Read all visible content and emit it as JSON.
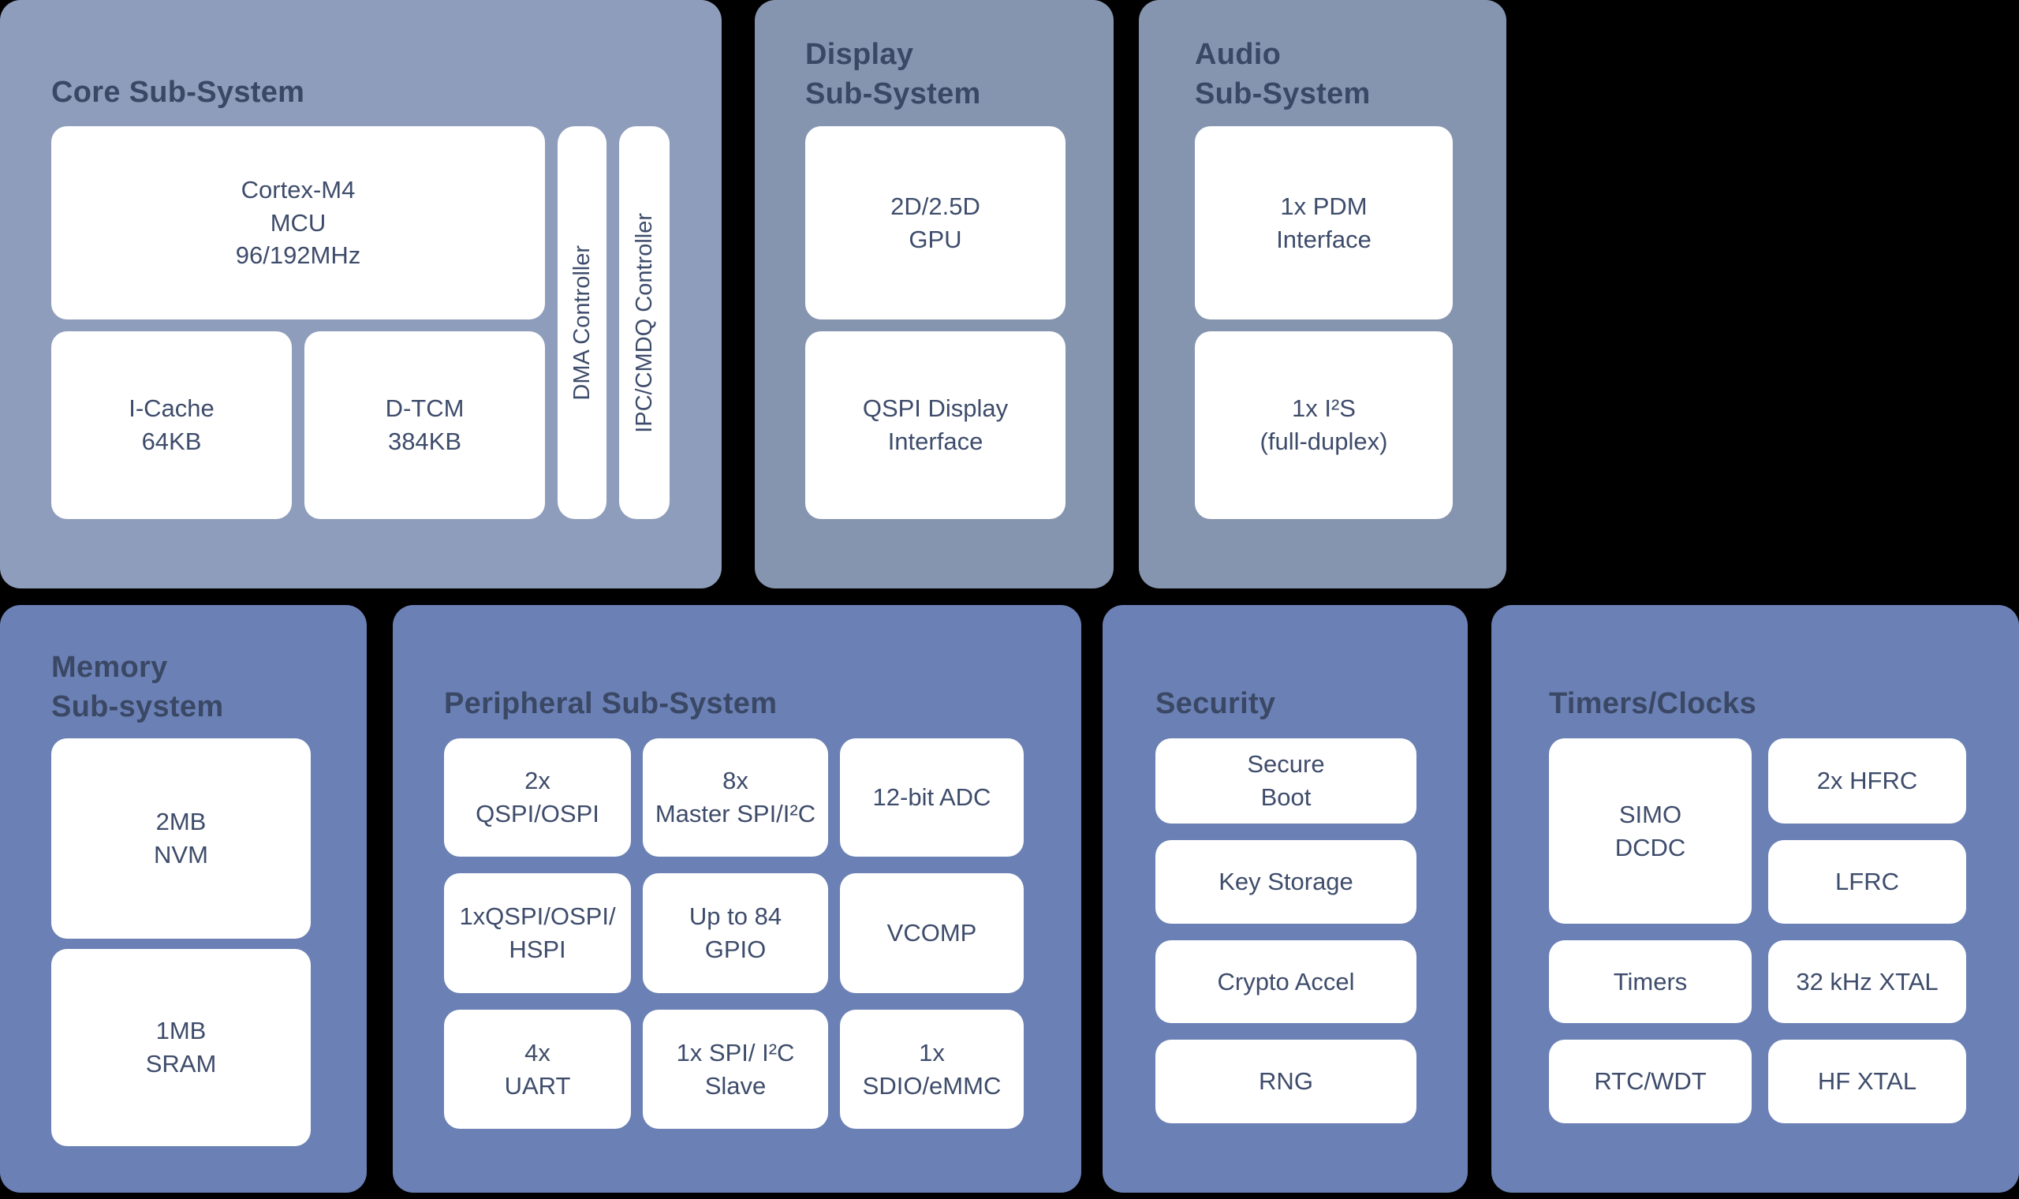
{
  "colors": {
    "bg": "#000000",
    "panel_core": "#8F9DBC",
    "panel_top": "#8695AF",
    "panel_bottom": "#6B80B4",
    "box": "#FFFFFF",
    "title_text": "#3A4865",
    "box_text": "#3E4C6B"
  },
  "panels": {
    "core": {
      "title": "Core Sub-System",
      "boxes": {
        "cortex": "Cortex-M4\nMCU\n96/192MHz",
        "icache": "I-Cache\n64KB",
        "dtcm": "D-TCM\n384KB",
        "dma": "DMA Controller",
        "ipc": "IPC/CMDQ Controller"
      }
    },
    "display": {
      "title": "Display\nSub-System",
      "boxes": {
        "gpu": "2D/2.5D\nGPU",
        "qspi": "QSPI Display\nInterface"
      }
    },
    "audio": {
      "title": "Audio\nSub-System",
      "boxes": {
        "pdm": "1x PDM\nInterface",
        "i2s": "1x I²S\n(full-duplex)"
      }
    },
    "memory": {
      "title": "Memory\nSub-system",
      "boxes": {
        "nvm": "2MB\nNVM",
        "sram": "1MB\nSRAM"
      }
    },
    "peripheral": {
      "title": "Peripheral Sub-System",
      "boxes": {
        "qspi_ospi": "2x\nQSPI/OSPI",
        "master_spi": "8x\nMaster SPI/I²C",
        "adc": "12-bit ADC",
        "hspi": "1xQSPI/OSPI/\nHSPI",
        "gpio": "Up to 84\nGPIO",
        "vcomp": "VCOMP",
        "uart": "4x\nUART",
        "spi_slave": "1x SPI/ I²C\nSlave",
        "sdio": "1x\nSDIO/eMMC"
      }
    },
    "security": {
      "title": "Security",
      "boxes": {
        "secure_boot": "Secure\nBoot",
        "key_storage": "Key Storage",
        "crypto": "Crypto Accel",
        "rng": "RNG"
      }
    },
    "timers": {
      "title": "Timers/Clocks",
      "boxes": {
        "simo": "SIMO\nDCDC",
        "hfrc": "2x HFRC",
        "lfrc": "LFRC",
        "timers": "Timers",
        "xtal32": "32 kHz XTAL",
        "rtc": "RTC/WDT",
        "hf_xtal": "HF XTAL"
      }
    }
  }
}
